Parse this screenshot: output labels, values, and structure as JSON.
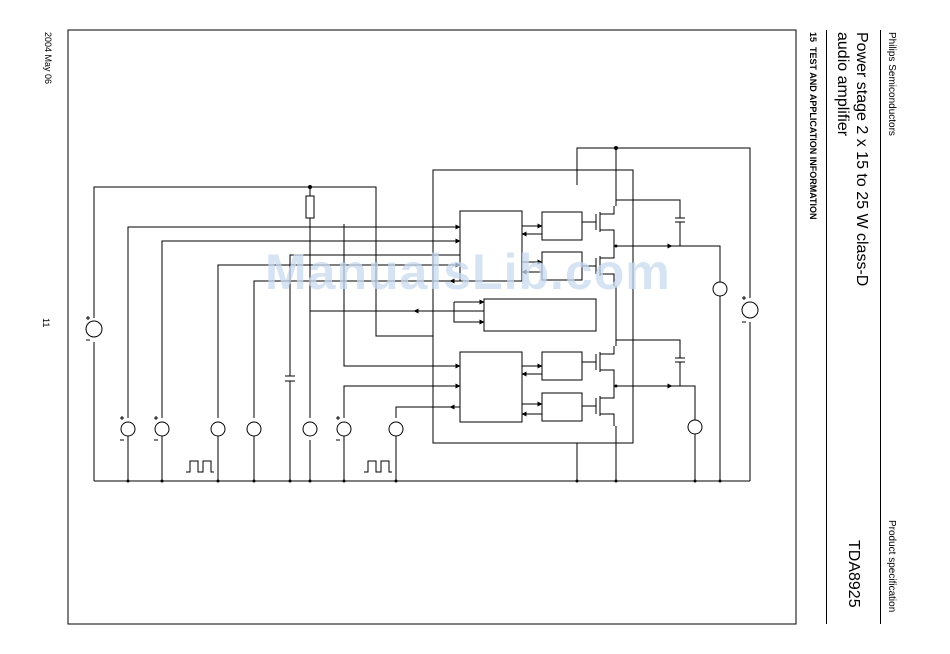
{
  "header": {
    "company": "Philips Semiconductors",
    "doc_type": "Product specification",
    "title_line1": "Power stage 2 x 15 to 25 W class-D",
    "title_line2": "audio amplifier",
    "part_number": "TDA8925"
  },
  "section": {
    "number": "15",
    "title": "TEST AND APPLICATION INFORMATION"
  },
  "footer": {
    "date": "2004 May 06",
    "page": "11"
  },
  "watermark": "ManualsLib.com"
}
